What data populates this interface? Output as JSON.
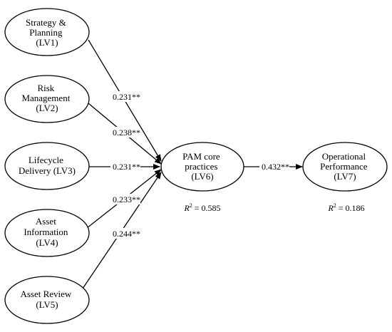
{
  "nodes": {
    "lv1": {
      "lines": [
        "Strategy &",
        "Planning",
        "(LV1)"
      ]
    },
    "lv2": {
      "lines": [
        "Risk",
        "Management",
        "(LV2)"
      ]
    },
    "lv3": {
      "lines": [
        "Lifecycle",
        "Delivery (LV3)"
      ]
    },
    "lv4": {
      "lines": [
        "Asset",
        "Information",
        "(LV4)"
      ]
    },
    "lv5": {
      "lines": [
        "Asset Review",
        "(LV5)"
      ]
    },
    "lv6": {
      "lines": [
        "PAM core",
        "practices",
        "(LV6)"
      ]
    },
    "lv7": {
      "lines": [
        "Operational",
        "Performance",
        "(LV7)"
      ]
    }
  },
  "paths": {
    "lv1_lv6": "0.231**",
    "lv2_lv6": "0.238**",
    "lv3_lv6": "0.231**",
    "lv4_lv6": "0.233**",
    "lv5_lv6": "0.244**",
    "lv6_lv7": "0.432**"
  },
  "r_squared": {
    "lv6": {
      "prefix": "R",
      "sup": "2",
      "value": " = 0.585"
    },
    "lv7": {
      "prefix": "R",
      "sup": "2",
      "value": " = 0.186"
    }
  }
}
